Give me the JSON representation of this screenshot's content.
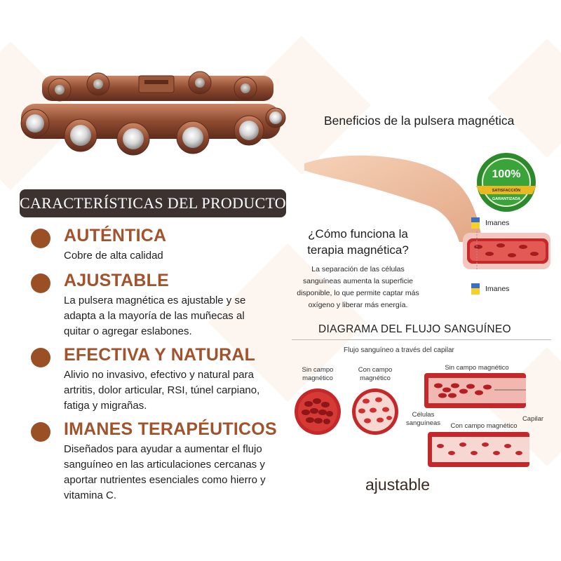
{
  "header": {
    "title": "CARACTERÍSTICAS DEL PRODUCTO"
  },
  "features": [
    {
      "title": "AUTÉNTICA",
      "desc": "Cobre de alta calidad"
    },
    {
      "title": "AJUSTABLE",
      "desc": "La pulsera magnética es ajustable y se adapta a la mayoría de las muñecas al quitar o agregar eslabones."
    },
    {
      "title": "EFECTIVA Y NATURAL",
      "desc": "Alivio no invasivo, efectivo y natural para artritis, dolor articular, RSI, túnel carpiano, fatiga y migrañas."
    },
    {
      "title": "IMANES TERAPÉUTICOS",
      "desc": "Diseñados para ayudar a aumentar el flujo sanguíneo en las articulaciones cercanas y aportar nutrientes esenciales como hierro y vitamina C."
    }
  ],
  "benefits": {
    "title": "Beneficios de la pulsera magnética"
  },
  "seal": {
    "percent": "100%",
    "line1": "SATISFACCIÓN",
    "line2": "GARANTIZADA"
  },
  "how": {
    "title": "¿Cómo funciona la terapia magnética?",
    "desc": "La separación de las células sanguíneas aumenta la superficie disponible, lo que permite captar más oxígeno y liberar más energía.",
    "magnet_label_top": "Imanes",
    "magnet_label_bottom": "Imanes"
  },
  "diagram": {
    "title": "DIAGRAMA DEL FLUJO SANGUÍNEO",
    "subtitle": "Flujo sanguíneo a través del capilar",
    "without_field": "Sin campo magnético",
    "with_field": "Con campo magnético",
    "tube_top_label": "Sin campo magnético",
    "tube_bottom_label": "Con campo magnético",
    "cells_label": "Células sanguíneas",
    "capillary_label": "Capilar"
  },
  "footer": {
    "label": "ajustable"
  },
  "colors": {
    "accent": "#a0532c",
    "dot": "#9a4f25",
    "banner": "#3c3230",
    "blood": "#c4282a",
    "seal_green": "#2c8a2c",
    "seal_gold": "#e8b923"
  }
}
